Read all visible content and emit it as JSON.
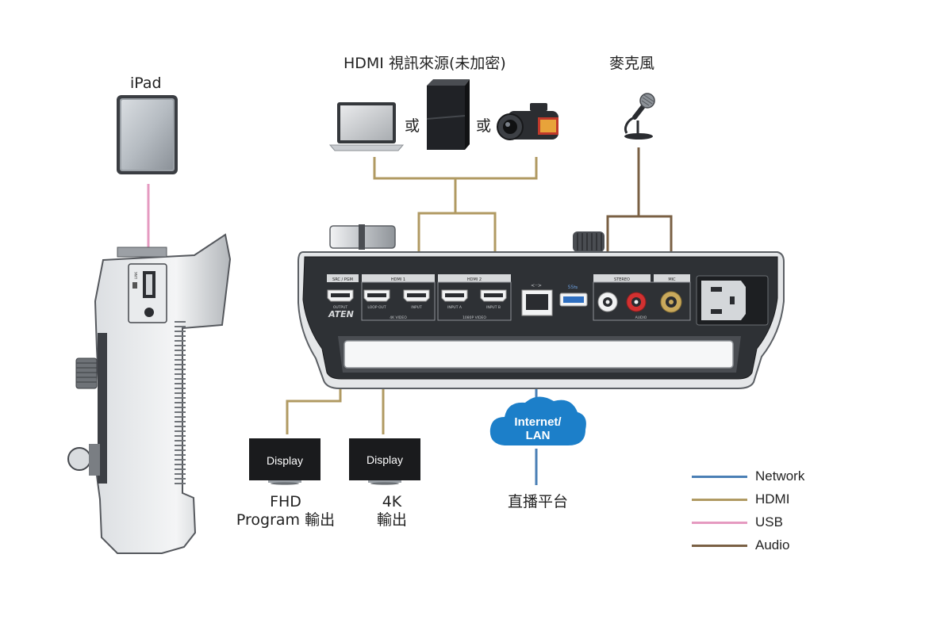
{
  "labels": {
    "ipad": "iPad",
    "hdmi_sources": "HDMI 視訊來源(未加密)",
    "microphone": "麥克風",
    "or_1": "或",
    "or_2": "或",
    "display_1": "Display",
    "display_2": "Display",
    "fhd_line1": "FHD",
    "fhd_line2": "Program 輸出",
    "k4_line1": "4K",
    "k4_line2": "輸出",
    "streaming": "直播平台",
    "cloud_line1": "Internet/",
    "cloud_line2": "LAN"
  },
  "device_panel": {
    "brand": "ATEN",
    "port_sdk_pgm": "SRC / PGM",
    "port_output": "OUTPUT",
    "port_hdmi1": "HDMI 1",
    "port_loop_out": "LOOP OUT",
    "port_input": "INPUT",
    "port_4k_video": "4K VIDEO",
    "port_hdmi2": "HDMI 2",
    "port_input_a": "INPUT A",
    "port_input_b": "INPUT B",
    "port_1080p_video": "1080P VIDEO",
    "port_stereo": "STEREO",
    "port_mic": "MIC",
    "port_audio": "AUDIO",
    "port_lan_icon": "<··>",
    "port_usb_icon": "SS⇆"
  },
  "side_panel": {
    "usb_label": "LINK"
  },
  "legend": [
    {
      "label": "Network",
      "color": "#4a7fb5"
    },
    {
      "label": "HDMI",
      "color": "#b09a62"
    },
    {
      "label": "USB",
      "color": "#e59ac0"
    },
    {
      "label": "Audio",
      "color": "#7a6044"
    }
  ],
  "colors": {
    "network": "#4a7fb5",
    "hdmi": "#b09a62",
    "usb": "#e59ac0",
    "audio": "#7a6044",
    "cloud": "#1c7fc9"
  }
}
